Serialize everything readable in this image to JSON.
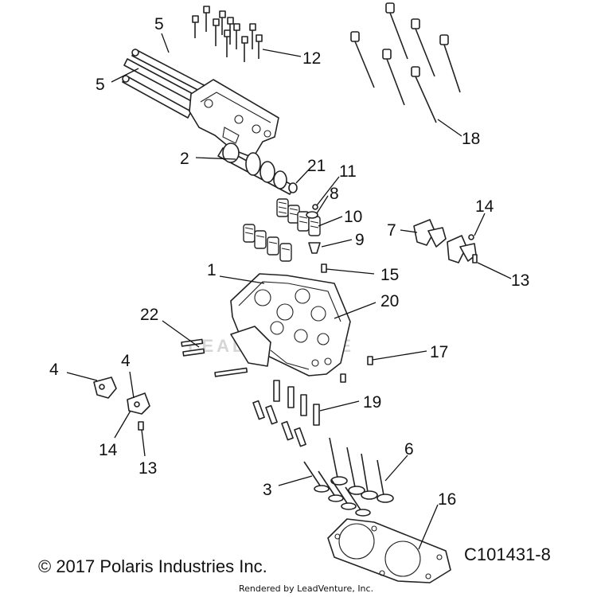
{
  "diagram": {
    "copyright": "© 2017 Polaris Industries Inc.",
    "drawing_number": "C101431-8",
    "rendered_by": "Rendered by LeadVenture, Inc.",
    "watermark": "LEADVENTURE",
    "callouts": [
      {
        "id": "c5a",
        "label": "5"
      },
      {
        "id": "c5b",
        "label": "5"
      },
      {
        "id": "c12",
        "label": "12"
      },
      {
        "id": "c18",
        "label": "18"
      },
      {
        "id": "c2",
        "label": "2"
      },
      {
        "id": "c21",
        "label": "21"
      },
      {
        "id": "c11",
        "label": "11"
      },
      {
        "id": "c8",
        "label": "8"
      },
      {
        "id": "c10",
        "label": "10"
      },
      {
        "id": "c9",
        "label": "9"
      },
      {
        "id": "c7",
        "label": "7"
      },
      {
        "id": "c14a",
        "label": "14"
      },
      {
        "id": "c13a",
        "label": "13"
      },
      {
        "id": "c1",
        "label": "1"
      },
      {
        "id": "c15",
        "label": "15"
      },
      {
        "id": "c20",
        "label": "20"
      },
      {
        "id": "c22",
        "label": "22"
      },
      {
        "id": "c17",
        "label": "17"
      },
      {
        "id": "c4a",
        "label": "4"
      },
      {
        "id": "c4b",
        "label": "4"
      },
      {
        "id": "c14b",
        "label": "14"
      },
      {
        "id": "c13b",
        "label": "13"
      },
      {
        "id": "c19",
        "label": "19"
      },
      {
        "id": "c6",
        "label": "6"
      },
      {
        "id": "c3",
        "label": "3"
      },
      {
        "id": "c16",
        "label": "16"
      }
    ]
  }
}
